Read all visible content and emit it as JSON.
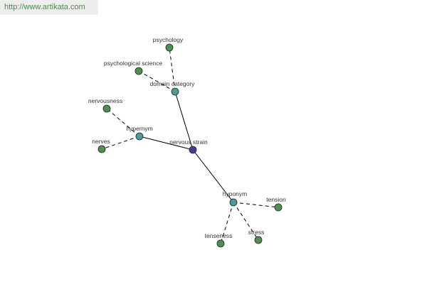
{
  "watermark": "http://www.artikata.com",
  "colors": {
    "central_node": "#3f3f8f",
    "relation_node": "#4c9a9a",
    "leaf_node": "#4f8f4f",
    "edge": "#000000",
    "label": "#333333"
  },
  "nodes": {
    "psychology": "psychology",
    "psychological_science": "psychological science",
    "domain_category": "domain category",
    "nervousness": "nervousness",
    "hypernym": "hypernym",
    "nerves": "nerves",
    "nervous_strain": "nervous strain",
    "hyponym": "hyponym",
    "tension": "tension",
    "tenseness": "tenseness",
    "stress": "stress"
  }
}
